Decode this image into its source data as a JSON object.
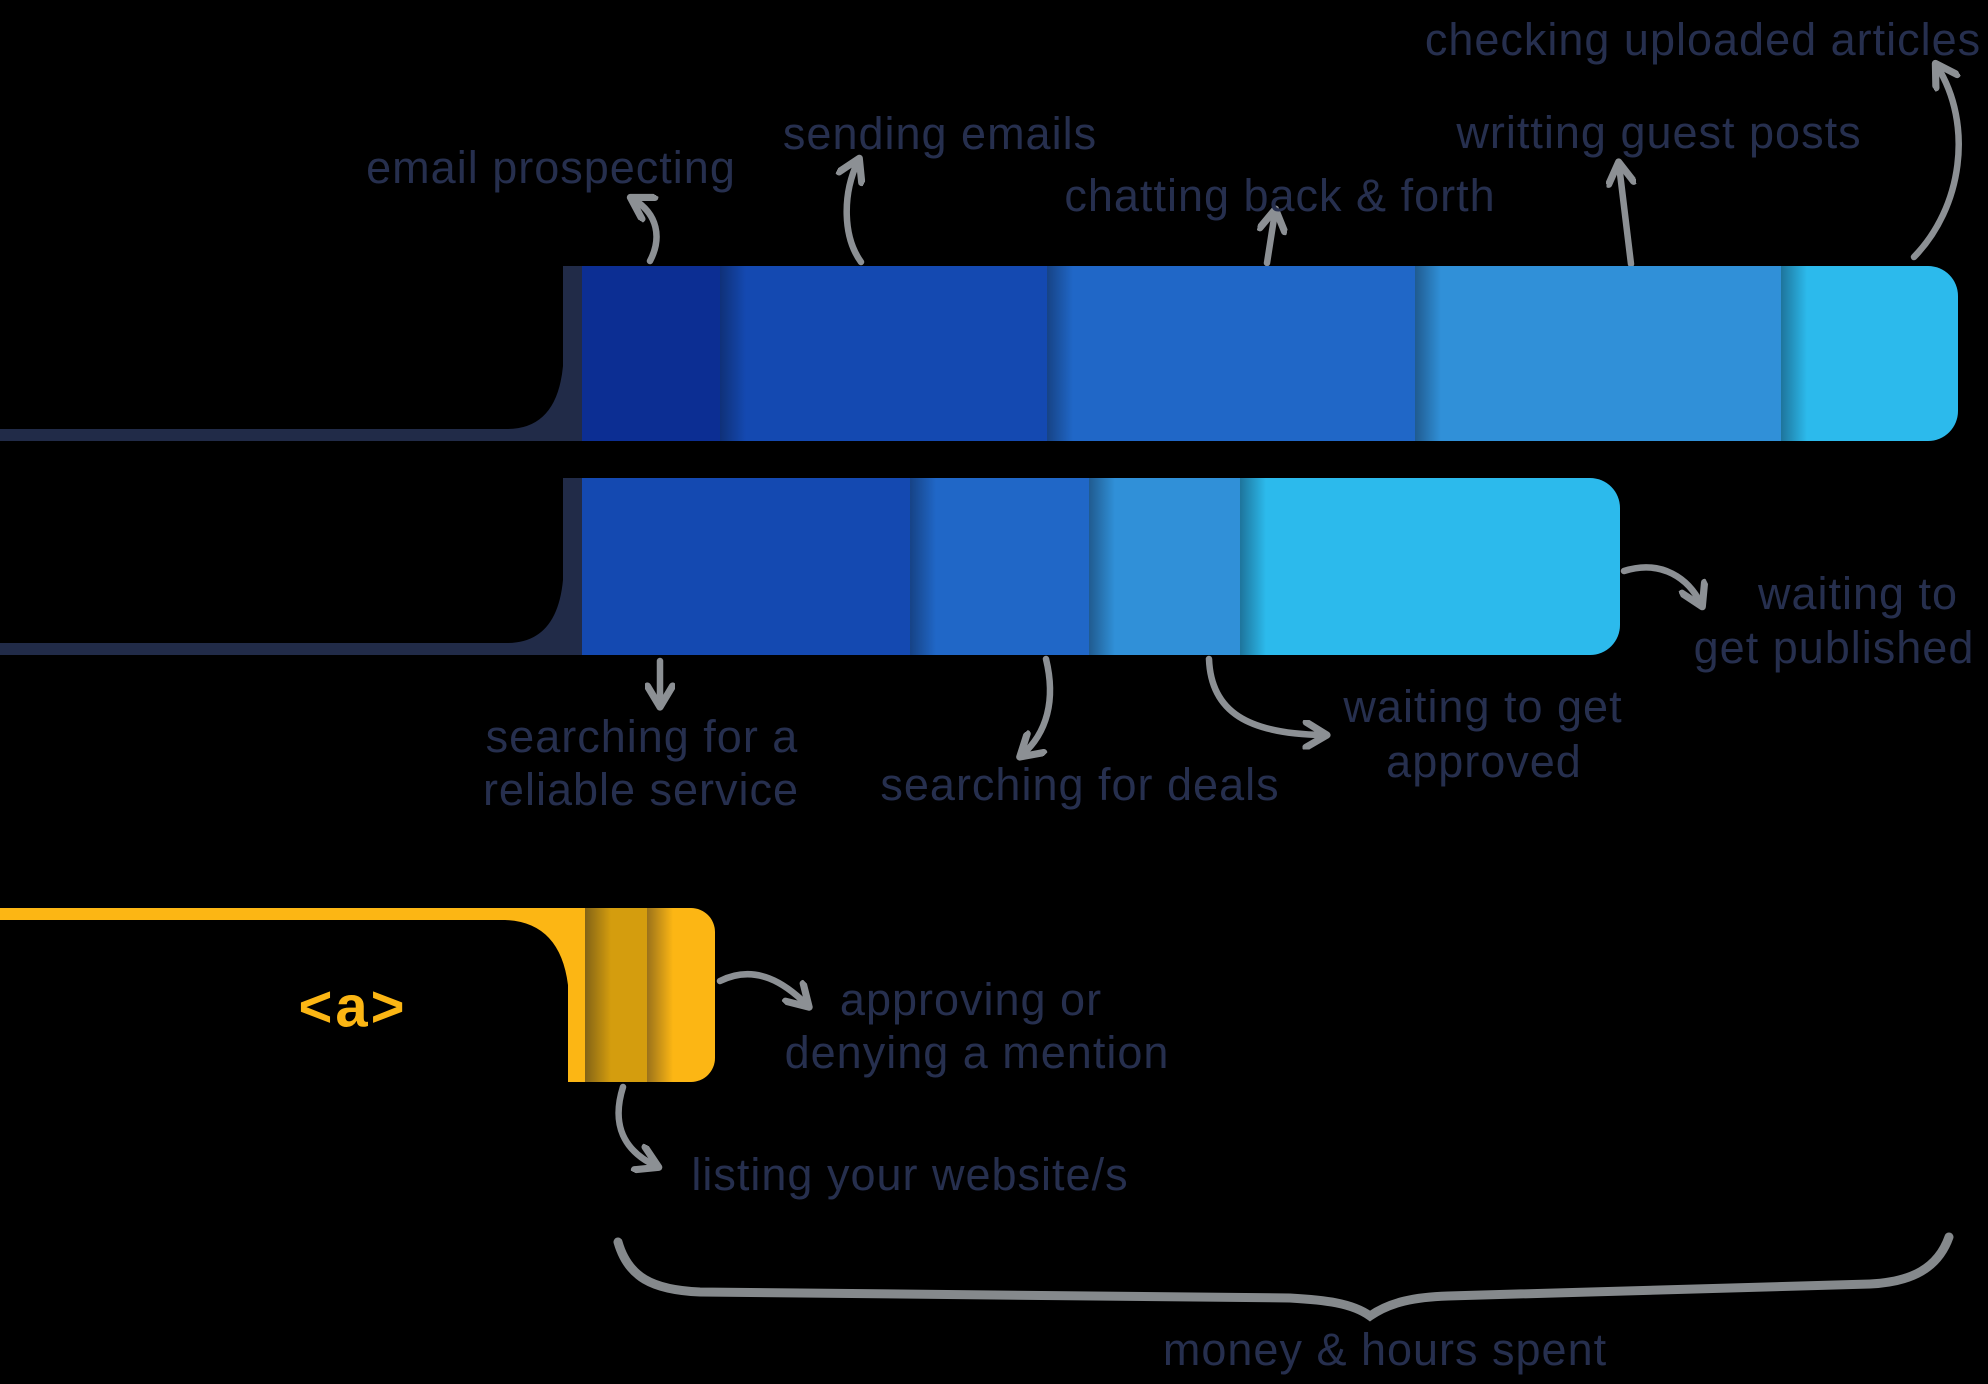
{
  "colors": {
    "background": "#000000",
    "pipe_navy": "#212b48",
    "pipe_yellow": "#fcb614",
    "arrow_gray": "#8c9094",
    "brace_gray": "#85898c",
    "label_text": "#262f4e",
    "link_tag_yellow": "#fcb614"
  },
  "bars": {
    "guest_posting_outreach": {
      "segments": [
        {
          "name": "cap",
          "color": "#212b48"
        },
        {
          "name": "email prospecting",
          "color": "#0c2e93"
        },
        {
          "name": "sending emails",
          "color": "#1449b1"
        },
        {
          "name": "chatting back & forth",
          "color": "#2067c7"
        },
        {
          "name": "writting guest posts",
          "color": "#3090d8"
        },
        {
          "name": "checking uploaded articles",
          "color": "#2cbaec"
        }
      ]
    },
    "buying_links_service": {
      "segments": [
        {
          "name": "cap",
          "color": "#212b48"
        },
        {
          "name": "searching for a reliable service",
          "color": "#1449b1"
        },
        {
          "name": "searching for deals",
          "color": "#2067c7"
        },
        {
          "name": "waiting to get approved",
          "color": "#3090d8"
        },
        {
          "name": "waiting to get published",
          "color": "#2cbaec"
        }
      ]
    },
    "link_tag_method": {
      "segments": [
        {
          "name": "cap",
          "color": "#fcb614"
        },
        {
          "name": "listing your website/s",
          "color": "#d49d0e"
        },
        {
          "name": "approving or denying a mention",
          "color": "#fcb614"
        }
      ]
    }
  },
  "labels": {
    "email_prospecting": "email prospecting",
    "sending_emails": "sending emails",
    "chatting_back_forth": "chatting back & forth",
    "writting_guest_posts": "writting guest posts",
    "checking_uploaded_articles": "checking uploaded articles",
    "searching_service_line1": "searching for a",
    "searching_service_line2": "reliable service",
    "searching_for_deals": "searching for deals",
    "waiting_approved_line1": "waiting to get",
    "waiting_approved_line2": "approved",
    "waiting_published_line1": "waiting to",
    "waiting_published_line2": "get published",
    "approving_line1": "approving or",
    "approving_line2": "denying a mention",
    "listing_websites": "listing your website/s",
    "link_tag": "<a>",
    "brace_caption": "money & hours spent"
  }
}
